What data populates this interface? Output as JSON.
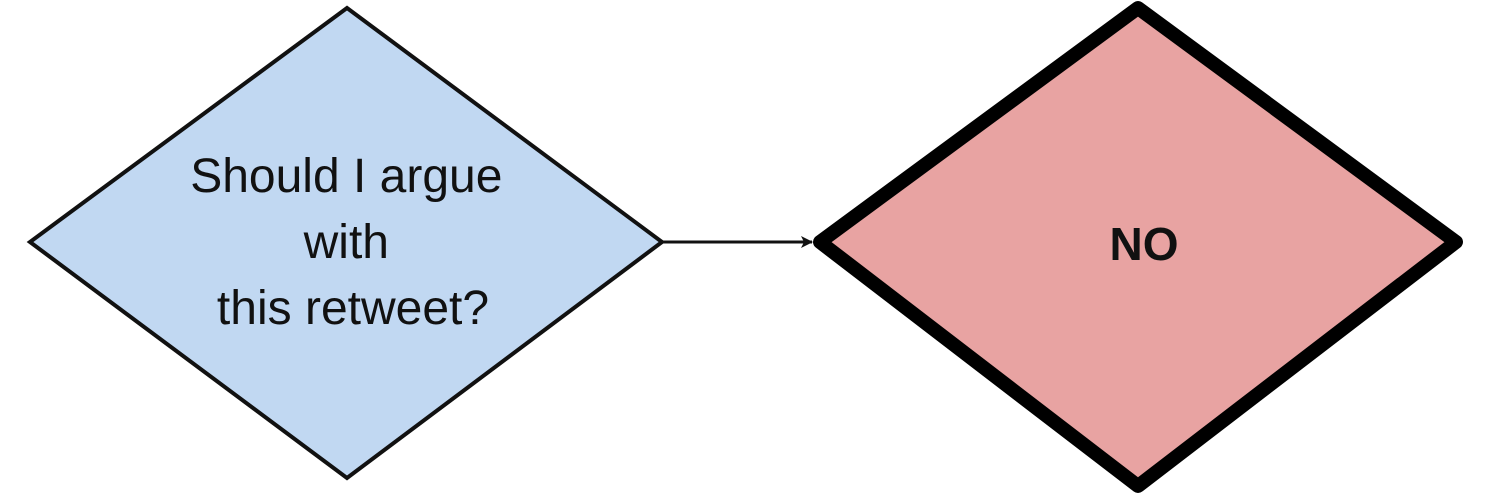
{
  "flowchart": {
    "question_node": {
      "lines": [
        "Should I argue",
        "with",
        "this retweet?"
      ],
      "fill": "#c1d8f2",
      "stroke": "#111111"
    },
    "answer_node": {
      "label": "NO",
      "fill": "#e8a3a2",
      "stroke": "#000000"
    },
    "connector": {
      "color": "#111111"
    }
  }
}
